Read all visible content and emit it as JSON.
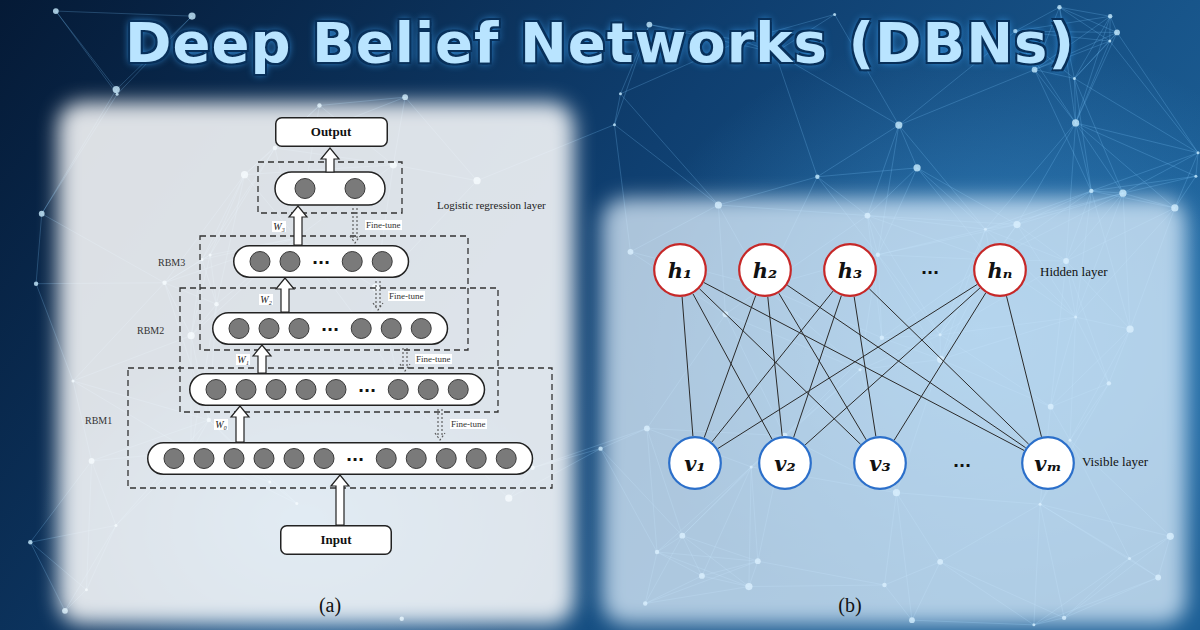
{
  "diagram": {
    "title": "Deep Belief Networks (DBNs)",
    "nodes": [
      {
        "text": [
          "Output"
        ]
      },
      {
        "text": [
          "..."
        ]
      },
      {
        "text": [
          "..."
        ]
      },
      {
        "text": [
          "..."
        ]
      },
      {
        "text": [
          "..."
        ]
      },
      {
        "text": [
          "Input"
        ]
      },
      {
        "text": [
          "h₁"
        ]
      },
      {
        "text": [
          "h₂"
        ]
      },
      {
        "text": [
          "h₃"
        ]
      },
      {
        "text": [
          "hₙ"
        ]
      },
      {
        "text": [
          "v₁"
        ]
      },
      {
        "text": [
          "v₂"
        ]
      },
      {
        "text": [
          "v₃"
        ]
      },
      {
        "text": [
          "vₘ"
        ]
      }
    ],
    "edges": [
      {
        "from": 5,
        "to": 4,
        "arrow": "to"
      },
      {
        "from": 4,
        "to": 3,
        "arrow": "to"
      },
      {
        "from": 3,
        "to": 2,
        "arrow": "to"
      },
      {
        "from": 2,
        "to": 1,
        "arrow": "to"
      },
      {
        "from": 6,
        "to": 10,
        "arrow": "none"
      },
      {
        "from": 6,
        "to": 11,
        "arrow": "none"
      },
      {
        "from": 6,
        "to": 12,
        "arrow": "none"
      },
      {
        "from": 6,
        "to": 13,
        "arrow": "none"
      },
      {
        "from": 7,
        "to": 10,
        "arrow": "none"
      },
      {
        "from": 7,
        "to": 11,
        "arrow": "none"
      },
      {
        "from": 7,
        "to": 12,
        "arrow": "none"
      },
      {
        "from": 7,
        "to": 13,
        "arrow": "none"
      },
      {
        "from": 8,
        "to": 10,
        "arrow": "none"
      },
      {
        "from": 8,
        "to": 11,
        "arrow": "none"
      },
      {
        "from": 8,
        "to": 12,
        "arrow": "none"
      },
      {
        "from": 8,
        "to": 13,
        "arrow": "none"
      },
      {
        "from": 9,
        "to": 10,
        "arrow": "none"
      },
      {
        "from": 9,
        "to": 11,
        "arrow": "none"
      },
      {
        "from": 9,
        "to": 12,
        "arrow": "none"
      },
      {
        "from": 9,
        "to": 13,
        "arrow": "none"
      }
    ],
    "labels": [
      "Logistic regression layer",
      "W₃",
      "Fine-tune",
      "RBM3",
      "W₂",
      "Fine-tune",
      "RBM2",
      "W₁",
      "Fine-tune",
      "RBM1",
      "W₀",
      "Fine-tune",
      "(a)",
      "...",
      "Hidden layer",
      "...",
      "Visible layer",
      "(b)"
    ]
  }
}
